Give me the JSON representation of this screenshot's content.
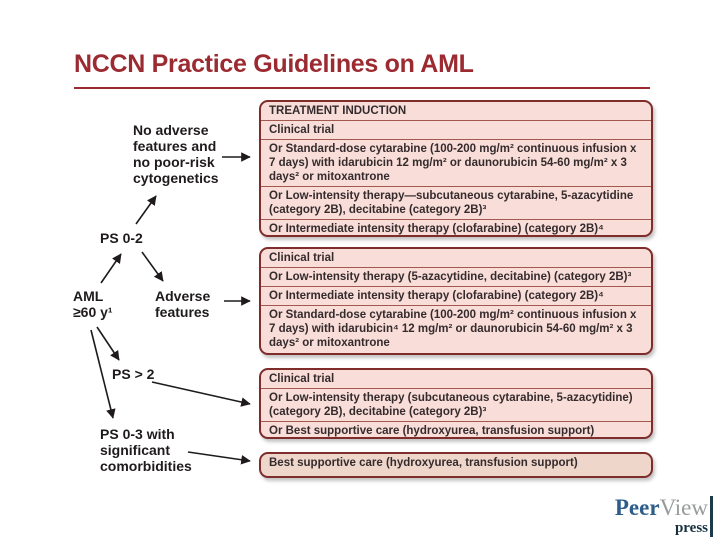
{
  "title": "NCCN Practice Guidelines on AML",
  "flowchart": {
    "nodes": [
      {
        "id": "no-adverse-features",
        "text": "No adverse\nfeatures and\nno poor-risk\ncytogenetics"
      },
      {
        "id": "ps-0-2",
        "text": "PS 0-2"
      },
      {
        "id": "aml-age",
        "text": "AML\n≥60 y¹"
      },
      {
        "id": "adverse-features",
        "text": "Adverse\nfeatures"
      },
      {
        "id": "ps-gt-2",
        "text": "PS > 2"
      },
      {
        "id": "ps-0-3-comorbidities",
        "text": "PS 0-3 with\nsignificant\ncomorbidities"
      }
    ]
  },
  "boxes": [
    {
      "id": "induction-favorable",
      "rows": [
        "TREATMENT INDUCTION",
        "Clinical trial",
        "Or Standard-dose cytarabine (100-200 mg/m² continuous infusion x 7 days) with idarubicin 12 mg/m² or daunorubicin 54-60 mg/m² x 3 days² or mitoxantrone",
        "Or Low-intensity therapy—subcutaneous cytarabine, 5-azacytidine (category 2B), decitabine (category 2B)³",
        "Or Intermediate intensity therapy (clofarabine) (category 2B)⁴"
      ]
    },
    {
      "id": "induction-adverse",
      "rows": [
        "Clinical trial",
        "Or Low-intensity therapy (5-azacytidine, decitabine) (category 2B)³",
        "Or Intermediate intensity therapy (clofarabine) (category 2B)⁴",
        "Or Standard-dose cytarabine (100-200 mg/m² continuous infusion x 7 days) with idarubicin⁴ 12 mg/m² or daunorubicin 54-60 mg/m² x 3 days² or mitoxantrone"
      ]
    },
    {
      "id": "induction-ps-gt-2",
      "rows": [
        "Clinical trial",
        "Or Low-intensity therapy (subcutaneous cytarabine, 5-azacytidine) (category 2B), decitabine (category 2B)³",
        "Or Best supportive care (hydroxyurea, transfusion support)"
      ]
    },
    {
      "id": "best-supportive-care",
      "rows": [
        "Best supportive care (hydroxyurea, transfusion support)"
      ]
    }
  ],
  "logo": {
    "peer": "Peer",
    "view": "View",
    "press": "press"
  },
  "colors": {
    "accent_maroon": "#9B2B31",
    "box_border": "#7E2D2B",
    "box_fill": "#F8DDD8",
    "box4_fill": "#EFD6CB",
    "separator": "#A3584F",
    "text_dark": "#352B2D",
    "logo_blue": "#2F5D8A",
    "logo_gray": "#979B9C"
  }
}
